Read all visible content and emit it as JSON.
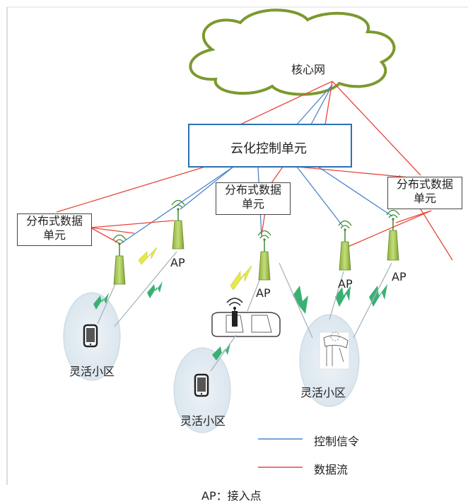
{
  "diagram": {
    "core_network": "核心网",
    "cloud_control_unit": "云化控制单元",
    "distributed_data_unit": [
      "分布式数据",
      "单元"
    ],
    "ap_label": "AP",
    "flexible_cell": "灵活小区",
    "legend": {
      "control": "控制信令",
      "data": "数据流"
    },
    "footnote": "AP：接入点",
    "colors": {
      "control_line": "#4a86c8",
      "data_line": "#e8473c",
      "cloud_border": "#7a9a2e",
      "cloud_box_border": "#2e6fb5",
      "antenna": "#9cc24a",
      "cell": "#dfe8ef",
      "wireless_green": "#3bb073",
      "wireless_yellow": "#e8e84a"
    }
  }
}
